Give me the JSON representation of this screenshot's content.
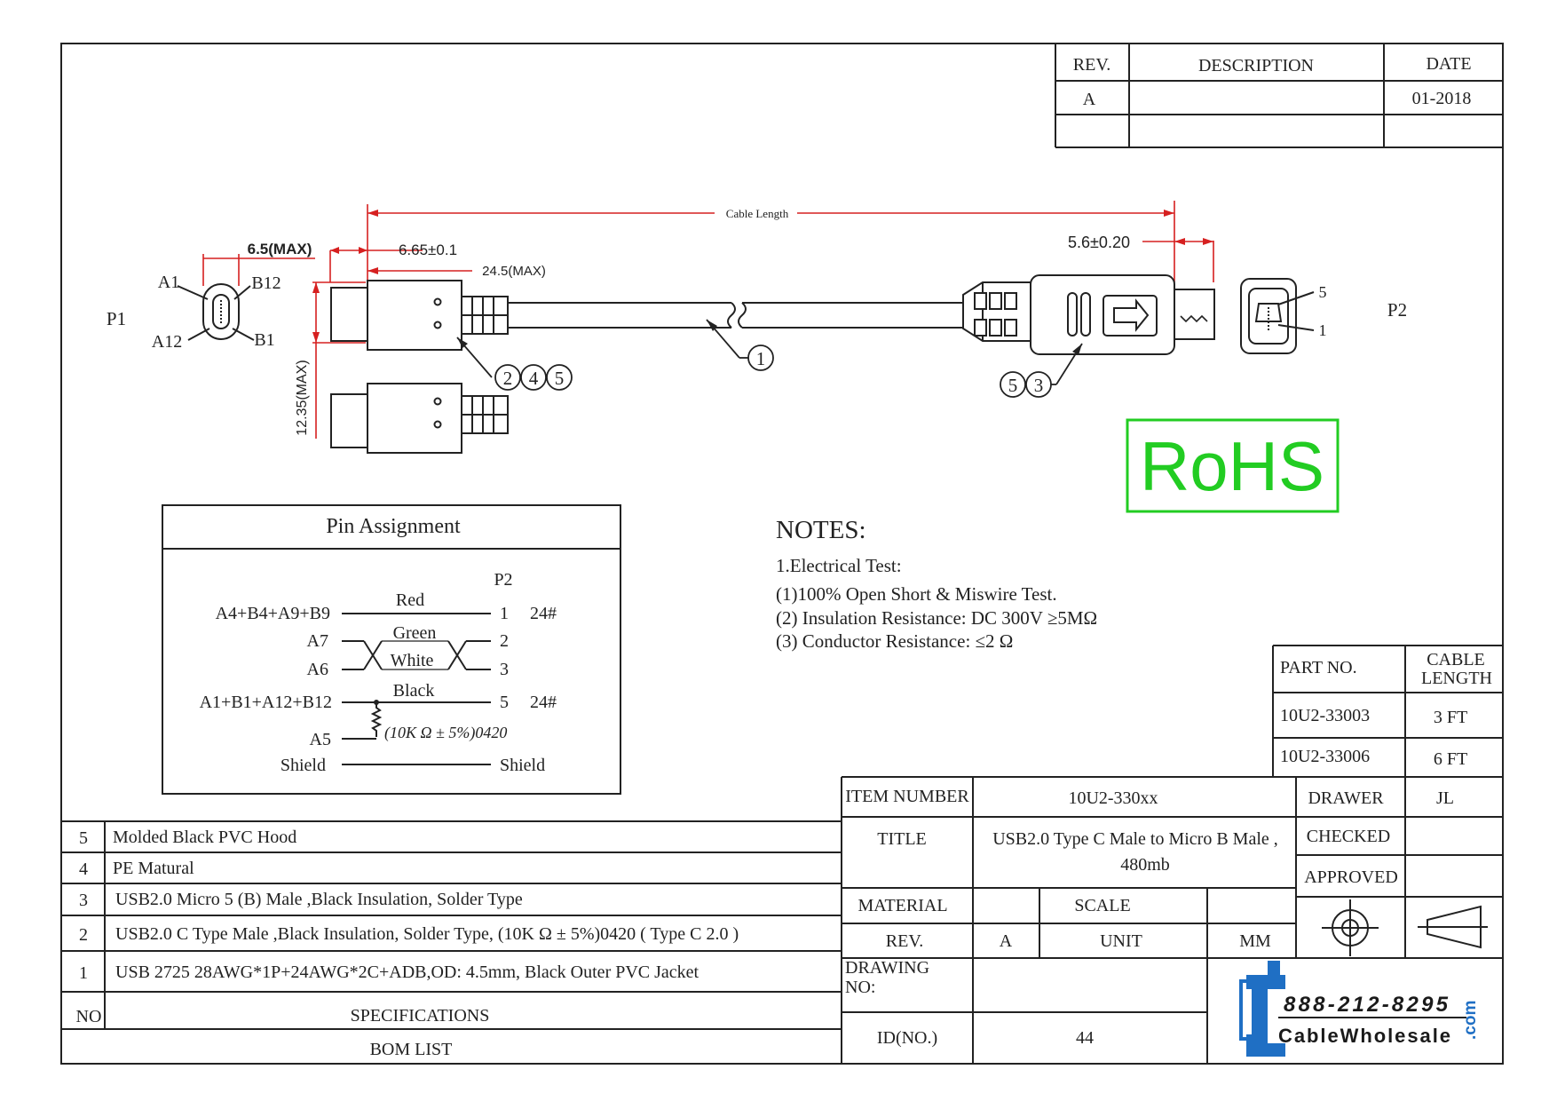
{
  "revision_block": {
    "headers": {
      "rev": "REV.",
      "description": "DESCRIPTION",
      "date": "DATE"
    },
    "row": {
      "rev": "A",
      "description": "",
      "date": "01-2018"
    }
  },
  "drawing": {
    "cable_length_label": "Cable Length",
    "dim_p1_width": "6.5(MAX)",
    "dim_plug_offset": "6.65±0.1",
    "dim_boot_length": "24.5(MAX)",
    "dim_height": "12.35(MAX)",
    "dim_p2_length": "5.6±0.20",
    "p1_label": "P1",
    "p2_label": "P2",
    "pins_p1": {
      "a1": "A1",
      "b12": "B12",
      "a12": "A12",
      "b1": "B1"
    },
    "pins_p2": {
      "pin5": "5",
      "pin1": "1"
    },
    "balloons": [
      "1",
      "2",
      "4",
      "5",
      "5",
      "3"
    ]
  },
  "rohs": "RoHS",
  "pin_assignment": {
    "title": "Pin Assignment",
    "p2_header": "P2",
    "rows": [
      {
        "left": "A4+B4+A9+B9",
        "wire": "Red",
        "right": "1",
        "gauge": "24#"
      },
      {
        "left": "A7",
        "wire": "Green",
        "right": "2",
        "gauge": ""
      },
      {
        "left": "A6",
        "wire": "White",
        "right": "3",
        "gauge": ""
      },
      {
        "left": "A1+B1+A12+B12",
        "wire": "Black",
        "right": "5",
        "gauge": "24#"
      },
      {
        "left": "A5",
        "wire": "",
        "right": "",
        "gauge": ""
      },
      {
        "left": "Shield",
        "wire": "",
        "right": "Shield",
        "gauge": ""
      }
    ],
    "resistor_note": "(10K Ω ± 5%)0420"
  },
  "notes": {
    "title": "NOTES:",
    "lines": [
      "1.Electrical Test:",
      "(1)100% Open Short & Miswire Test.",
      "(2) Insulation Resistance: DC 300V  ≥5MΩ",
      "(3) Conductor Resistance: ≤2 Ω"
    ]
  },
  "part_table": {
    "headers": {
      "part_no": "PART NO.",
      "cable_length_1": "CABLE",
      "cable_length_2": "LENGTH"
    },
    "rows": [
      {
        "part_no": "10U2-33003",
        "length": "3 FT"
      },
      {
        "part_no": "10U2-33006",
        "length": "6 FT"
      }
    ]
  },
  "bom": {
    "rows": [
      {
        "no": "5",
        "spec": "Molded Black PVC Hood"
      },
      {
        "no": "4",
        "spec": "PE Matural"
      },
      {
        "no": "3",
        "spec": "USB2.0 Micro 5 (B) Male ,Black Insulation, Solder Type"
      },
      {
        "no": "2",
        "spec": "USB2.0 C Type Male ,Black Insulation, Solder Type, (10K Ω ± 5%)0420 ( Type C 2.0 )"
      },
      {
        "no": "1",
        "spec": "USB 2725 28AWG*1P+24AWG*2C+ADB,OD: 4.5mm, Black Outer PVC Jacket"
      }
    ],
    "header_no": "NO",
    "header_spec": "SPECIFICATIONS",
    "footer": "BOM LIST"
  },
  "title_block": {
    "item_number_label": "ITEM NUMBER",
    "item_number": "10U2-330xx",
    "title_label": "TITLE",
    "title_line1": "USB2.0 Type C Male to Micro B Male ,",
    "title_line2": "480mb",
    "material_label": "MATERIAL",
    "material": "",
    "scale_label": "SCALE",
    "scale": "",
    "rev_label": "REV.",
    "rev": "A",
    "unit_label": "UNIT",
    "unit": "MM",
    "drawing_no_label_1": "DRAWING",
    "drawing_no_label_2": "NO:",
    "drawing_no": "",
    "id_label": "ID(NO.)",
    "id": "44",
    "drawer_label": "DRAWER",
    "drawer": "JL",
    "checked_label": "CHECKED",
    "checked": "",
    "approved_label": "APPROVED",
    "approved": ""
  },
  "logo": {
    "phone": "888-212-8295",
    "brand": "CableWholesale",
    "dotcom": ".com"
  },
  "colors": {
    "line": "#222222",
    "dimension": "#d62020",
    "rohs": "#22cc22",
    "logo": "#1f6fc4"
  }
}
